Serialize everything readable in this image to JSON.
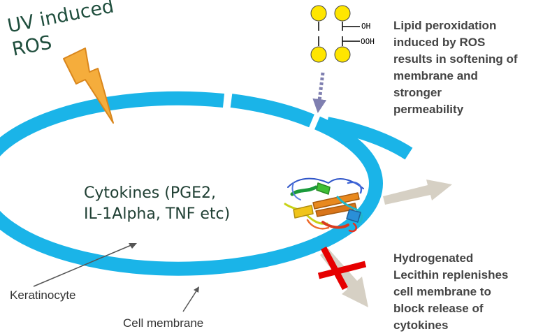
{
  "labels": {
    "uv_line1": "UV induced",
    "uv_line2": "ROS",
    "cytokines_line1": "Cytokines (PGE2,",
    "cytokines_line2": "IL-1Alpha, TNF etc)",
    "lipid_note": [
      "Lipid peroxidation",
      "induced by ROS",
      "results in softening of",
      "membrane and",
      "stronger",
      "permeability"
    ],
    "lecithin_note": [
      "Hydrogenated",
      "Lecithin replenishes",
      "cell membrane to",
      "block release of",
      "cytokines"
    ],
    "keratinocyte": "Keratinocyte",
    "cell_membrane": "Cell membrane",
    "oh": "OH",
    "ooh": "OOH"
  },
  "colors": {
    "membrane": "#1ab4e8",
    "lightning_fill": "#f5ad3c",
    "lightning_stroke": "#d9861c",
    "lipid_node": "#ffe600",
    "dotted_arrow": "#7f7fb0",
    "release_arrow": "#d6d0c4",
    "block_x": "#e60000",
    "uv_text": "#1f4e3d"
  },
  "icons": {
    "uv_bolt": "lightning-bolt-icon",
    "protein": "protein-ribbon-icon",
    "block": "red-x-icon"
  }
}
